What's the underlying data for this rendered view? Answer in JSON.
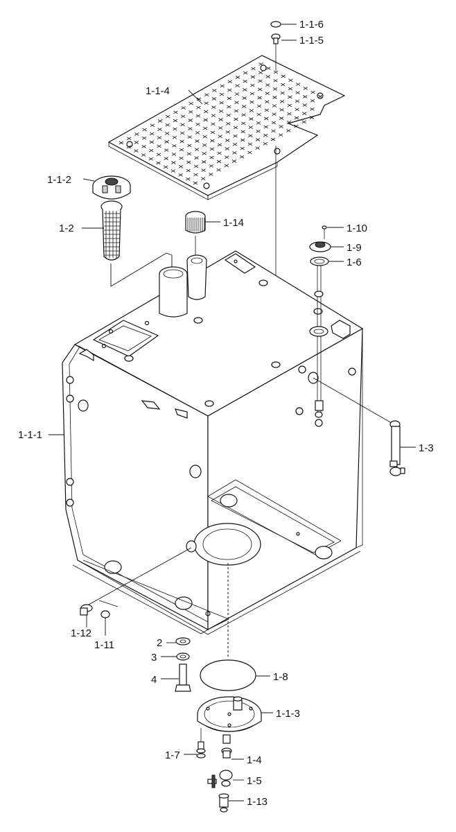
{
  "diagram": {
    "labels": {
      "p_1_1_6": "1-1-6",
      "p_1_1_5": "1-1-5",
      "p_1_1_4": "1-1-4",
      "p_1_1_2": "1-1-2",
      "p_1_2": "1-2",
      "p_1_14": "1-14",
      "p_1_10": "1-10",
      "p_1_9": "1-9",
      "p_1_6": "1-6",
      "p_1_1_1": "1-1-1",
      "p_1_3": "1-3",
      "p_1_12": "1-12",
      "p_1_11": "1-11",
      "p_2": "2",
      "p_3": "3",
      "p_4": "4",
      "p_1_8": "1-8",
      "p_1_1_3": "1-1-3",
      "p_1_7": "1-7",
      "p_1_4": "1-4",
      "p_1_5": "1-5",
      "p_1_13": "1-13"
    }
  }
}
